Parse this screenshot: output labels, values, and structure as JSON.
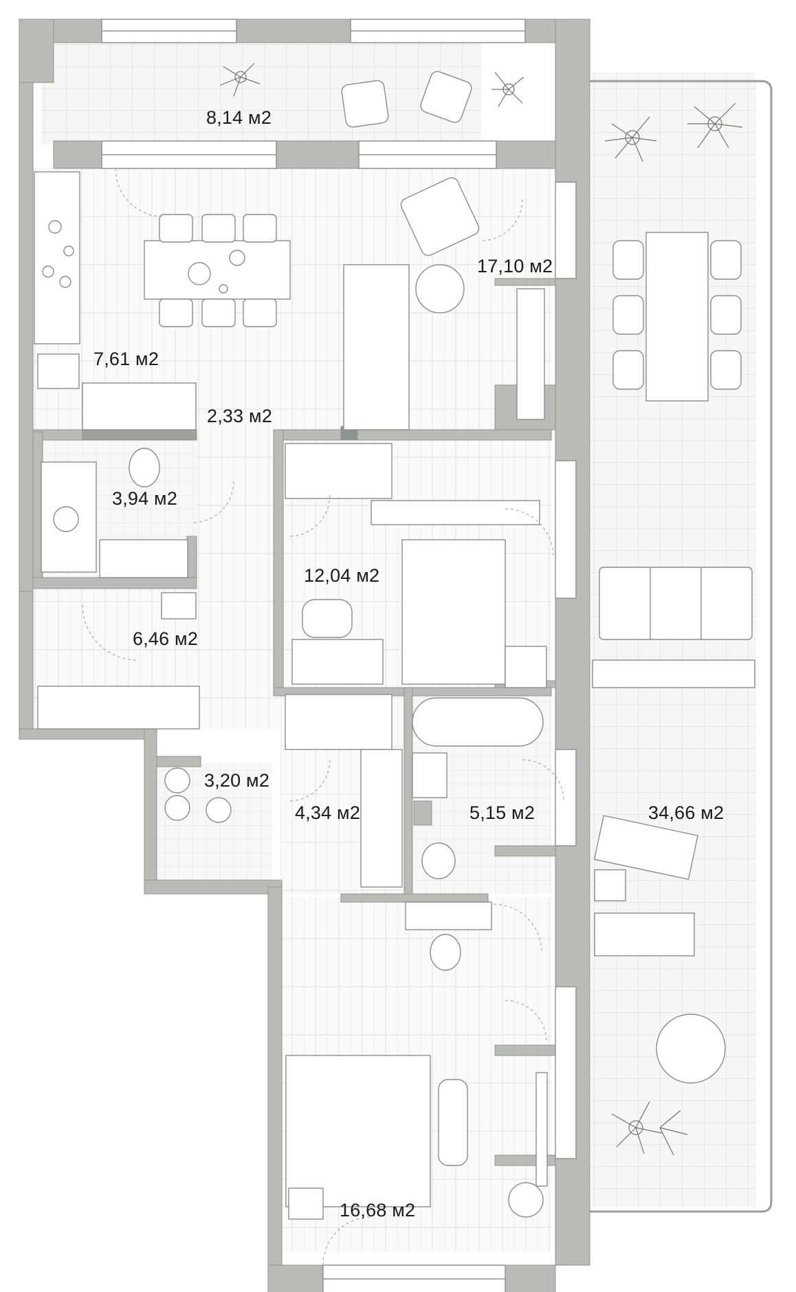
{
  "plan": {
    "colors": {
      "wall": "#b9bcb6",
      "wall_edge": "#8f938d",
      "floor": "#f4f5f3",
      "line": "#9a9d98",
      "ink": "#1a1a1a",
      "plant": "#6f736c"
    },
    "rooms": [
      {
        "id": "balcony-top",
        "area": "8,14 м2"
      },
      {
        "id": "kitchen",
        "area": "7,61 м2"
      },
      {
        "id": "living-room",
        "area": "17,10 м2"
      },
      {
        "id": "hallway",
        "area": "2,33 м2"
      },
      {
        "id": "bathroom-1",
        "area": "3,94 м2"
      },
      {
        "id": "bedroom-1",
        "area": "12,04 м2"
      },
      {
        "id": "entrance",
        "area": "6,46 м2"
      },
      {
        "id": "laundry",
        "area": "3,20 м2"
      },
      {
        "id": "wardrobe",
        "area": "4,34 м2"
      },
      {
        "id": "bathroom-2",
        "area": "5,15 м2"
      },
      {
        "id": "terrace",
        "area": "34,66 м2"
      },
      {
        "id": "bedroom-2",
        "area": "16,68 м2"
      }
    ]
  }
}
